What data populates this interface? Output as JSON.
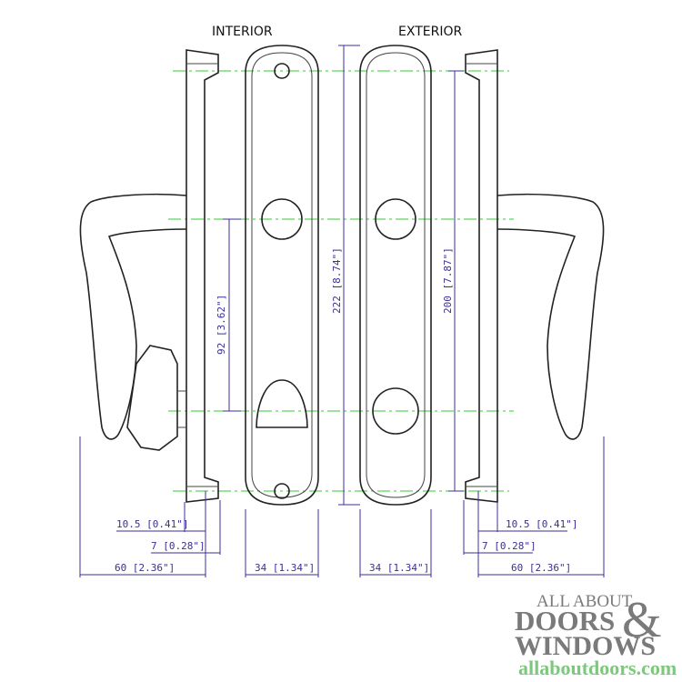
{
  "headings": {
    "interior": "INTERIOR",
    "exterior": "EXTERIOR"
  },
  "dimensions": {
    "spindle_to_cylinder": "92 [3.62\"]",
    "plate_height": "222 [8.74\"]",
    "screw_spacing": "200 [7.87\"]",
    "left_offset": "10.5 [0.41\"]",
    "left_plate_thickness": "7 [0.28\"]",
    "left_projection": "60 [2.36\"]",
    "interior_width": "34 [1.34\"]",
    "exterior_width": "34 [1.34\"]",
    "right_offset": "10.5 [0.41\"]",
    "right_plate_thickness": "7 [0.28\"]",
    "right_projection": "60 [2.36\"]"
  },
  "logo": {
    "line1": "ALL ABOUT",
    "line2": "DOORS",
    "amp": "&",
    "line3": "WINDOWS",
    "url": "allaboutdoors.com"
  },
  "colors": {
    "dimension": "#3a2f9a",
    "centerline": "#33cc33",
    "logo_gray": "#7a7a7a",
    "logo_green": "#7cc87c"
  }
}
